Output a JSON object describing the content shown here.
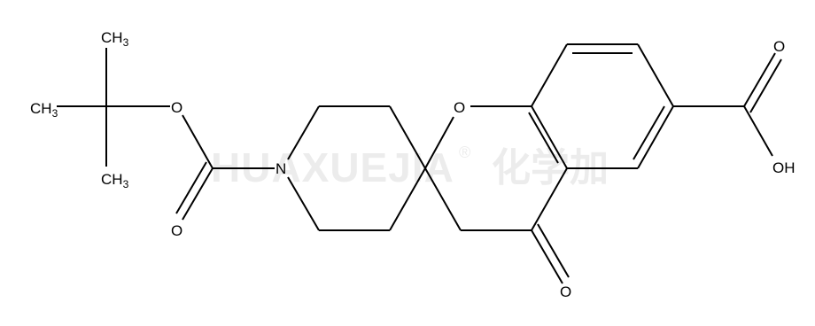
{
  "watermark": {
    "latin": "HUAXUEJIA",
    "registered": "®",
    "chinese": "化学加"
  },
  "atoms": {
    "ch3_top": {
      "base": "CH",
      "sub": "3"
    },
    "ch3_left": {
      "base": "CH",
      "sub": "3"
    },
    "ch3_bottom": {
      "base": "CH",
      "sub": "3"
    },
    "o_ester": "O",
    "o_carbonyl_boc": "O",
    "n_piperidine": "N",
    "o_ring": "O",
    "o_ketone": "O",
    "o_acid_carbonyl": "O",
    "oh_acid": "OH"
  },
  "colors": {
    "bond": "#000000",
    "text": "#000000",
    "watermark": "#ececec"
  }
}
